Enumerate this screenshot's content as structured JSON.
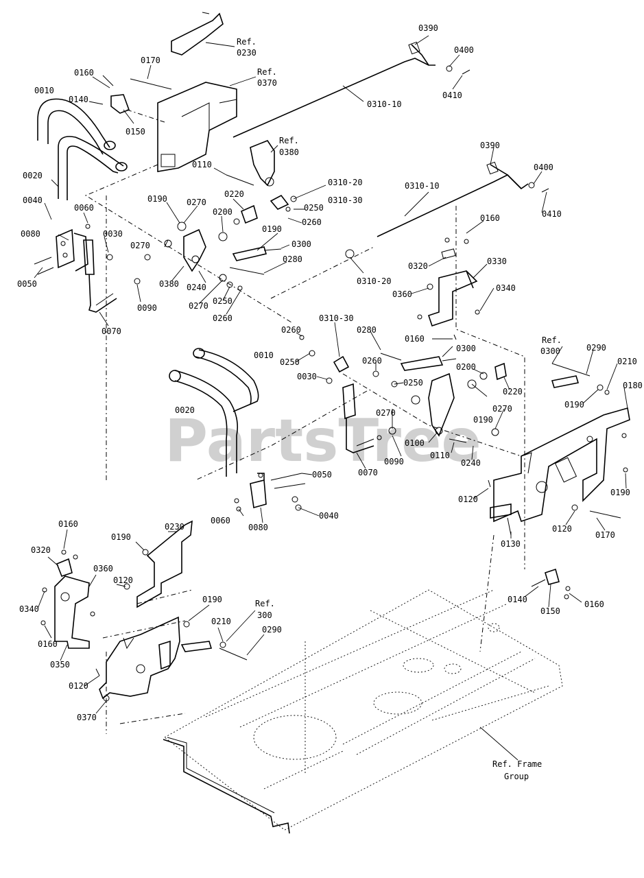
{
  "watermark": "PartsTree",
  "labels": {
    "l0390a": "0390",
    "l0400a": "0400",
    "l0410a": "0410",
    "lRef0230": "Ref.",
    "l0230": "0230",
    "lRef0370": "Ref.",
    "l0370a": "0370",
    "l0170a": "0170",
    "l0160a": "0160",
    "l0140a": "0140",
    "l0150a": "0150",
    "l0010a": "0010",
    "l031010a": "0310-10",
    "lRef0380": "Ref.",
    "l0380a": "0380",
    "l0110a": "0110",
    "l031020a": "0310-20",
    "l031030a": "0310-30",
    "l0020a": "0020",
    "l0040a": "0040",
    "l0060a": "0060",
    "l0190a": "0190",
    "l0270a": "0270",
    "l0220a": "0220",
    "l0200a": "0200",
    "l0250a": "0250",
    "l0260a": "0260",
    "l0080a": "0080",
    "l0030a": "0030",
    "l0190b": "0190",
    "l0300a": "0300",
    "l0270b": "0270",
    "l0280a": "0280",
    "l0050a": "0050",
    "l0380b": "0380",
    "l0240a": "0240",
    "l0090a": "0090",
    "l0270c": "0270",
    "l0250b": "0250",
    "l0260b": "0260",
    "l0070a": "0070",
    "l0390b": "0390",
    "l0400b": "0400",
    "l0410b": "0410",
    "l031010b": "0310-10",
    "l0160b": "0160",
    "l0320a": "0320",
    "l0330a": "0330",
    "l031020b": "0310-20",
    "l0360a": "0360",
    "l0340a": "0340",
    "l0160c": "0160",
    "l031030b": "0310-30",
    "l0260c": "0260",
    "l0280b": "0280",
    "l0300b": "0300",
    "l0010b": "0010",
    "l0250c": "0250",
    "l0260d": "0260",
    "l0200b": "0200",
    "l0030b": "0030",
    "l0250d": "0250",
    "l0220b": "0220",
    "lRef0300a": "Ref.",
    "l0300c": "0300",
    "l0290a": "0290",
    "l0210a": "0210",
    "l0180a": "0180",
    "l0190c": "0190",
    "l0020b": "0020",
    "l0270d": "0270",
    "l0190d": "0190",
    "l0270e": "0270",
    "l0100a": "0100",
    "l0110b": "0110",
    "l0090b": "0090",
    "l0240b": "0240",
    "l0070b": "0070",
    "l0050b": "0050",
    "l0120a": "0120",
    "l0190e": "0190",
    "l0060b": "0060",
    "l0080b": "0080",
    "l0040b": "0040",
    "l0120b": "0120",
    "l0170b": "0170",
    "l0130a": "0130",
    "l0160d": "0160",
    "l0190f": "0190",
    "l0230b": "0230",
    "l0320b": "0320",
    "l0360b": "0360",
    "l0120c": "0120",
    "l0340b": "0340",
    "l0160e": "0160",
    "l0350a": "0350",
    "l0190g": "0190",
    "lRef300b": "Ref.",
    "l300b": "300",
    "l0210b": "0210",
    "l0290b": "0290",
    "l0120d": "0120",
    "l0370b": "0370",
    "l0140b": "0140",
    "l0150b": "0150",
    "l0160f": "0160",
    "lRefFrame": "Ref. Frame",
    "lGroup": "Group"
  }
}
